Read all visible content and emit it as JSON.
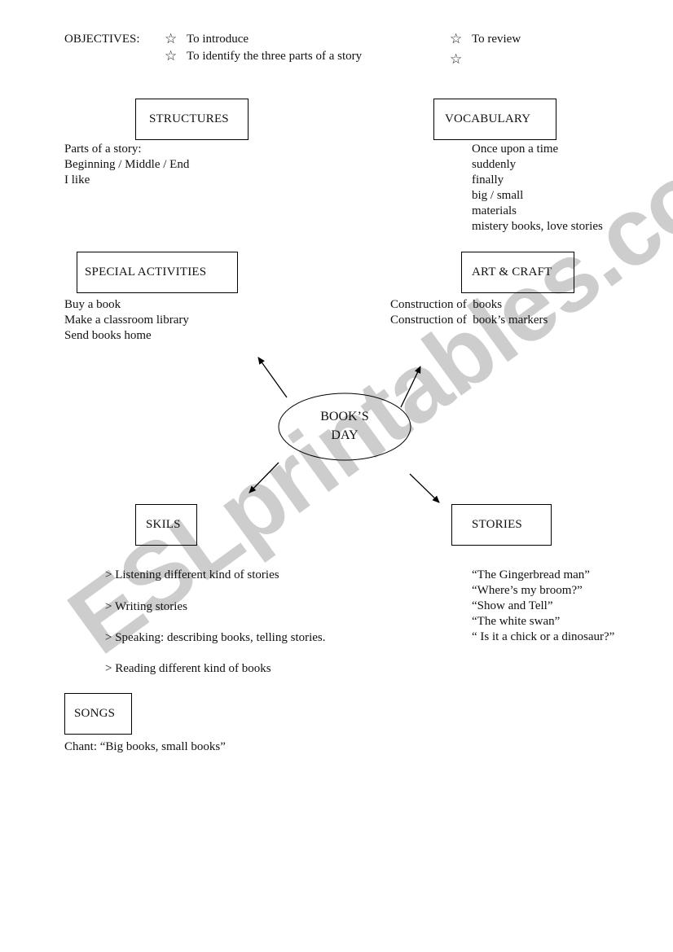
{
  "objectives": {
    "label": "OBJECTIVES:",
    "items": [
      "To introduce",
      "To identify the three parts of a story",
      "To review",
      ""
    ],
    "icon": "star-outline-icon"
  },
  "structures": {
    "title": "STRUCTURES",
    "lines": [
      "Parts of a story:",
      "Beginning / Middle / End",
      "I like"
    ]
  },
  "vocabulary": {
    "title": "VOCABULARY",
    "lines": [
      "Once upon a time",
      "suddenly",
      "finally",
      "big / small",
      "materials",
      "mistery books, love stories"
    ]
  },
  "special_activities": {
    "title": "SPECIAL ACTIVITIES",
    "lines": [
      "Buy a book",
      "Make a classroom library",
      "Send books home"
    ]
  },
  "art_craft": {
    "title": "ART & CRAFT",
    "lines": [
      "Construction of  books",
      "Construction of  book’s markers"
    ]
  },
  "center": {
    "line1": "BOOK’S",
    "line2": "DAY"
  },
  "skils": {
    "title": "SKILS",
    "lines": [
      "> Listening different kind of stories",
      "> Writing stories",
      "> Speaking: describing books, telling stories.",
      "> Reading different kind of books"
    ]
  },
  "stories": {
    "title": "STORIES",
    "lines": [
      "“The Gingerbread man”",
      "“Where’s my broom?”",
      "“Show and Tell”",
      "“The white swan”",
      "“ Is it a chick or a dinosaur?”"
    ]
  },
  "songs": {
    "title": "SONGS",
    "lines": [
      "Chant: “Big books, small books”"
    ]
  },
  "watermark": {
    "text": "ESLprintables.com",
    "color": "#bdbdbd"
  }
}
